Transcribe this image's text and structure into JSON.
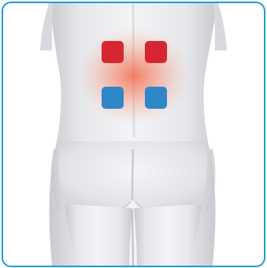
{
  "illustration": {
    "subject": "back-view-torso",
    "skin_color": "#e6e7ea",
    "heat_glow_color": "#f26b4a",
    "border_color": "#1e9bd7"
  },
  "electrode_pads": [
    {
      "position": "upper-left",
      "color": "#d7262f"
    },
    {
      "position": "upper-right",
      "color": "#d7262f"
    },
    {
      "position": "lower-left",
      "color": "#2f86c8"
    },
    {
      "position": "lower-right",
      "color": "#2f86c8"
    }
  ]
}
